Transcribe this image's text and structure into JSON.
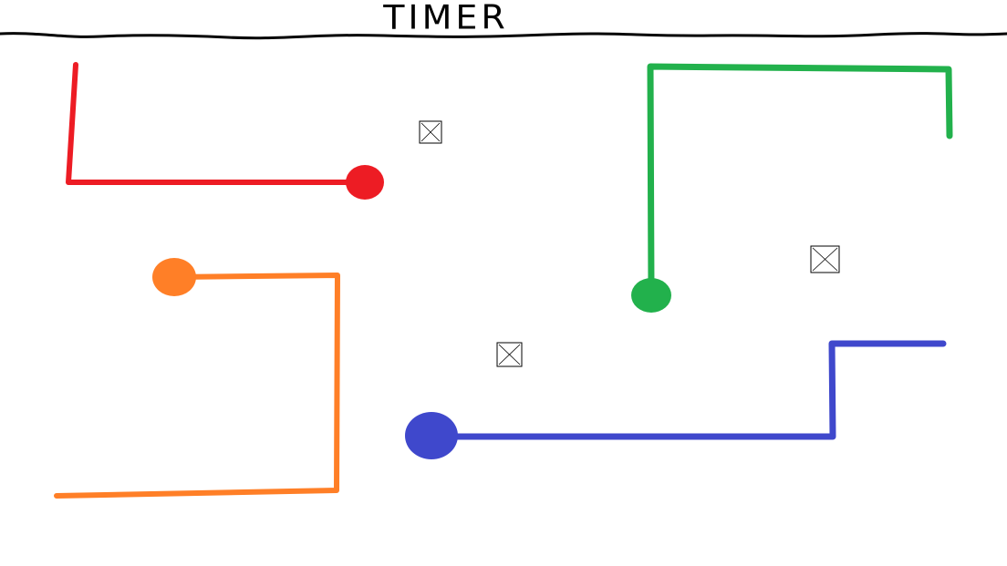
{
  "game": {
    "title": "TIMER",
    "colors": {
      "background": "#ffffff",
      "ground_line": "#000000",
      "red": "#ed1c24",
      "green": "#22b14c",
      "orange": "#ff7f27",
      "blue": "#3f48cc",
      "box": "#000000"
    },
    "pipes": [
      {
        "id": "red",
        "color_key": "red"
      },
      {
        "id": "green",
        "color_key": "green"
      },
      {
        "id": "orange",
        "color_key": "orange"
      },
      {
        "id": "blue",
        "color_key": "blue"
      }
    ],
    "boxes": [
      {
        "id": "box-1",
        "icon": "crossed-box-icon"
      },
      {
        "id": "box-2",
        "icon": "crossed-box-icon"
      },
      {
        "id": "box-3",
        "icon": "crossed-box-icon"
      }
    ]
  }
}
